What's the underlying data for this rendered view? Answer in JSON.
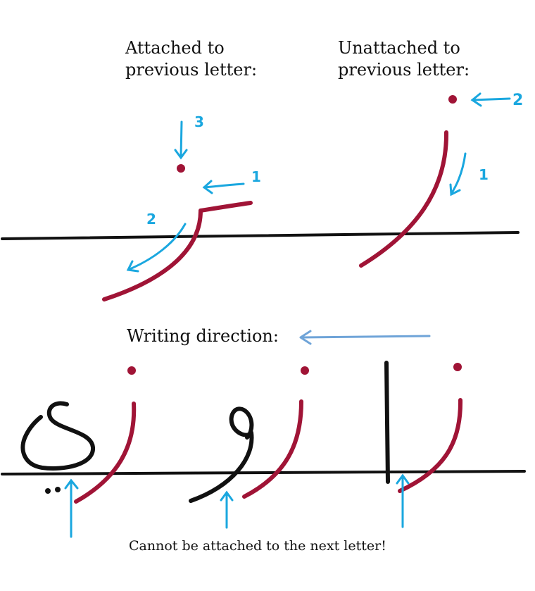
{
  "attached_label": [
    "Attached to",
    "previous letter:"
  ],
  "unattached_label": [
    "Unattached to",
    "previous letter:"
  ],
  "writing_direction_label": "Writing direction:",
  "note": "Cannot be attached to the next letter!",
  "attached_steps": [
    "1",
    "2",
    "3"
  ],
  "unattached_steps": [
    "1",
    "2"
  ],
  "colors": {
    "letter": "#a01436",
    "guide": "#1aa7df",
    "direction_arrow": "#6fa4d8",
    "baseline": "#111111",
    "other_letters": "#111111"
  }
}
